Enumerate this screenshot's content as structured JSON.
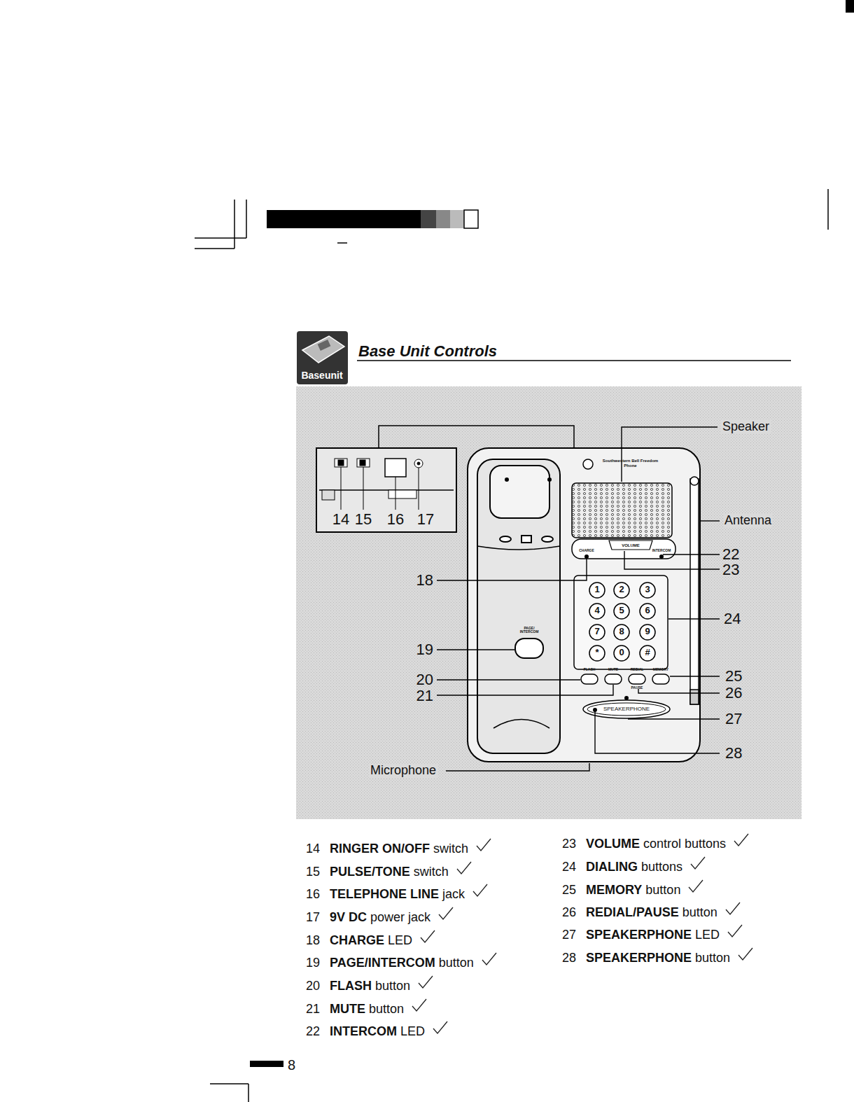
{
  "diagram": {
    "title": "Base Unit Controls",
    "labels": [
      "Baseunit",
      "Speaker",
      "Antenna",
      "14",
      "15",
      "16",
      "17",
      "18",
      "19",
      "20",
      "21",
      "22",
      "23",
      "24",
      "25",
      "26",
      "27",
      "28",
      "Microphone",
      "Southwestern Bell Freedom Phone",
      "VOLUME",
      "CHARGE",
      "INTERCOM",
      "PAGE/ INTERCOM",
      "FLASH",
      "MUTE",
      "REDIAL",
      "MEMORY",
      "PAUSE",
      "SPEAKERPHONE",
      "1",
      "2",
      "3",
      "4",
      "5",
      "6",
      "7",
      "8",
      "9",
      "*",
      "0",
      "#",
      "14",
      "RINGER ON/OFF",
      "switch",
      "15",
      "PULSE/TONE",
      "switch",
      "16",
      "TELEPHONE LINE",
      "jack",
      "17",
      "9V DC",
      "power jack",
      "18",
      "CHARGE",
      "LED",
      "19",
      "PAGE/INTERCOM",
      "button",
      "20",
      "FLASH",
      "button",
      "21",
      "MUTE",
      "button",
      "22",
      "INTERCOM",
      "LED",
      "23",
      "VOLUME",
      "control buttons",
      "24",
      "DIALING",
      "buttons",
      "25",
      "MEMORY",
      "button",
      "26",
      "REDIAL/PAUSE",
      "button",
      "27",
      "SPEAKERPHONE",
      "LED",
      "28",
      "SPEAKERPHONE",
      "button",
      "8"
    ]
  }
}
